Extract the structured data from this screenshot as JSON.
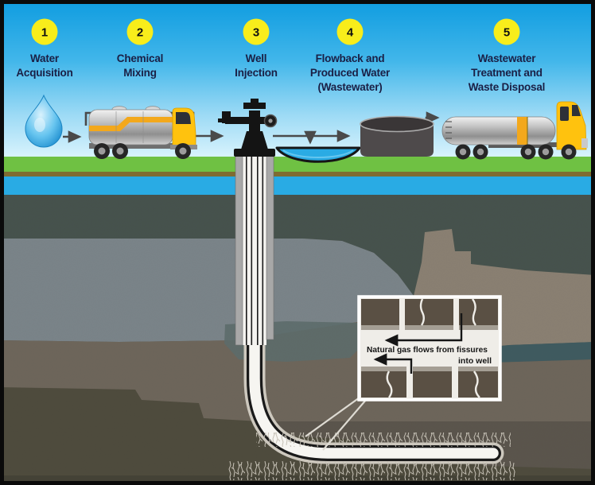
{
  "diagram": {
    "subject": "hydraulic-fracturing-water-cycle",
    "steps": [
      {
        "number": "1",
        "line1": "Water",
        "line2": "Acquisition"
      },
      {
        "number": "2",
        "line1": "Chemical",
        "line2": "Mixing"
      },
      {
        "number": "3",
        "line1": "Well",
        "line2": "Injection"
      },
      {
        "number": "4",
        "line1": "Flowback and",
        "line2": "Produced Water",
        "line3": "(Wastewater)"
      },
      {
        "number": "5",
        "line1": "Wastewater",
        "line2": "Treatment and",
        "line3": "Waste Disposal"
      }
    ],
    "inset_caption": {
      "line1": "Natural gas flows from fissures",
      "line2": "into well"
    }
  },
  "colors": {
    "sky_top": "#12a0e3",
    "sky_bottom": "#dbf4fd",
    "step_badge": "#f8ed1b",
    "step_label_text": "#1a1f45",
    "grass": "#6fc143",
    "soil_band": "#7f6c31",
    "aquifer": "#29abe4",
    "rock_dark_teal": "#46524d",
    "rock_light_gray": "#7b858a",
    "rock_tan": "#8b8173",
    "rock_brown": "#6e665b",
    "rock_olive": "#4e4b3d",
    "arrow": "#4a4a4a",
    "truck_cab_yellow": "#ffc20e",
    "tank_stripe_yellow": "#f3a81c",
    "well_pipe_white": "#f6f5f1"
  }
}
